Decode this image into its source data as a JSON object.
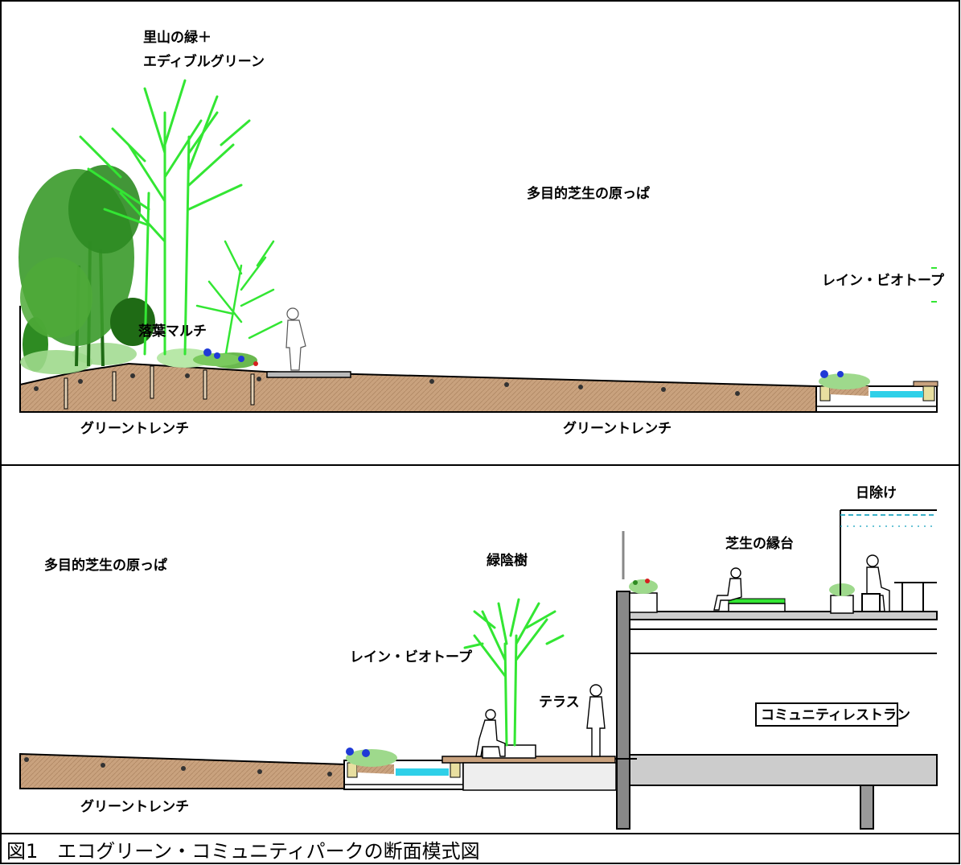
{
  "panel1": {
    "title_line1": "里山の緑＋",
    "title_line2": "エディブルグリーン",
    "lawn_label": "多目的芝生の原っぱ",
    "mulch_label": "落葉マルチ",
    "biotope_label": "レイン・ビオトープ",
    "trench_left_label": "グリーントレンチ",
    "trench_right_label": "グリーントレンチ"
  },
  "panel2": {
    "lawn_label": "多目的芝生の原っぱ",
    "shade_tree_label": "緑陰樹",
    "biotope_label": "レイン・ビオトープ",
    "terrace_label": "テラス",
    "lawn_bench_label": "芝生の縁台",
    "sunshade_label": "日除け",
    "restaurant_label": "コミュニティレストラン",
    "trench_label": "グリーントレンチ"
  },
  "caption": "図1　エコグリーン・コミュニティパークの断面模式図",
  "colors": {
    "soil": "#c9a27e",
    "tree_dark": "#2e8b22",
    "tree_mid": "#3fb52f",
    "tree_bright": "#33e633",
    "water": "#2fd0e8",
    "sunshade": "#3ab0c8"
  }
}
